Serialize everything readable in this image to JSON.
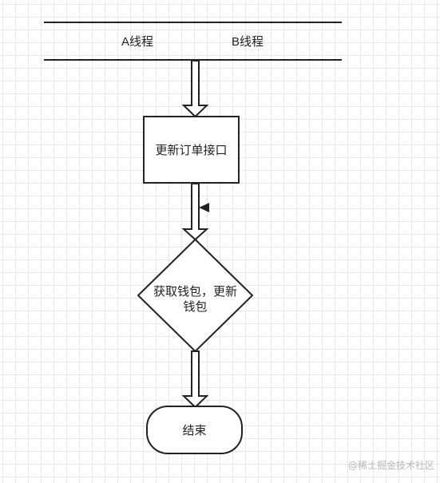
{
  "diagram": {
    "lane_labels": [
      "A线程",
      "B线程"
    ],
    "process_box": "更新订单接口",
    "decision_line1": "获取钱包，更新",
    "decision_line2": "钱包",
    "terminal": "结束"
  },
  "watermark": "@稀土掘金技术社区",
  "colors": {
    "stroke": "#222222",
    "grid": "#e6e6e6",
    "background": "#ffffff"
  }
}
